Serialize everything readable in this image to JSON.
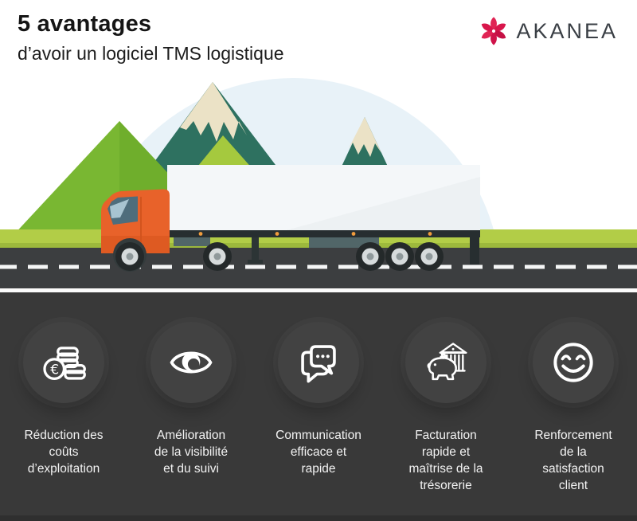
{
  "header": {
    "title": "5 avantages",
    "subtitle": "d’avoir un logiciel TMS logistique",
    "brand": "AKANEA"
  },
  "colors": {
    "brand_red": "#d8164b",
    "panel_background": "#393939",
    "benefit_circle": "#424242",
    "sky_circle": "#e8f2f8",
    "grass": "#b2cd47",
    "road": "#3c3e40",
    "mountain_teal": "#2e7160",
    "mountain_green": "#79b732",
    "mountain_light_green": "#a5c93e",
    "snow_cap": "#ebe2c6",
    "truck_cab_orange": "#e8622a",
    "trailer_white": "#edf1f3",
    "label_text": "#f3f3f3"
  },
  "benefits": [
    {
      "icon": "euro-coins-icon",
      "label": "Réduction des\ncoûts\nd’exploitation"
    },
    {
      "icon": "eye-icon",
      "label": "Amélioration\nde la visibilité\net du suivi"
    },
    {
      "icon": "chat-bubbles-icon",
      "label": "Communication\nefficace et\nrapide"
    },
    {
      "icon": "piggy-bank-icon",
      "label": "Facturation\nrapide et\nmaîtrise de la\ntrésorerie"
    },
    {
      "icon": "smiley-face-icon",
      "label": "Renforcement\nde la\nsatisfaction\nclient"
    }
  ]
}
